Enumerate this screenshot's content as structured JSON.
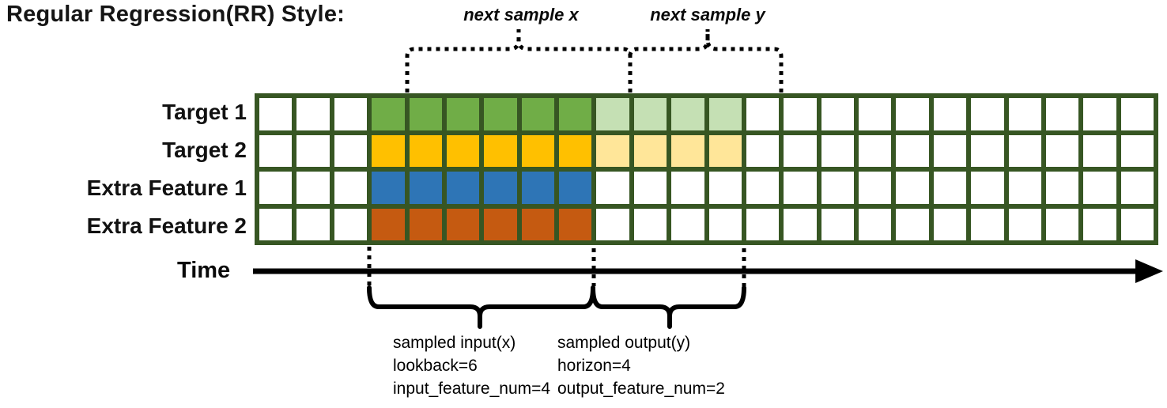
{
  "title": "Regular Regression(RR) Style:",
  "annotations": {
    "next_sample_x": "next sample x",
    "next_sample_y": "next sample y"
  },
  "time_axis": {
    "label": "Time"
  },
  "grid": {
    "total_columns": 24,
    "input_start_col": 3,
    "lookback": 6,
    "horizon": 4,
    "border_color": "#375623",
    "empty_color": "#FFFFFF",
    "rows": [
      {
        "label": "Target 1",
        "input_color": "#70AD47",
        "output_color": "#C5E0B4",
        "has_output": true
      },
      {
        "label": "Target 2",
        "input_color": "#FFC000",
        "output_color": "#FFE699",
        "has_output": true
      },
      {
        "label": "Extra Feature 1",
        "input_color": "#2E75B6",
        "output_color": null,
        "has_output": false
      },
      {
        "label": "Extra Feature 2",
        "input_color": "#C55A11",
        "output_color": null,
        "has_output": false
      }
    ]
  },
  "callouts": {
    "input": {
      "lines": [
        "sampled input(x)",
        "lookback=6",
        "input_feature_num=4"
      ]
    },
    "output": {
      "lines": [
        "sampled output(y)",
        "horizon=4",
        "output_feature_num=2"
      ]
    }
  }
}
